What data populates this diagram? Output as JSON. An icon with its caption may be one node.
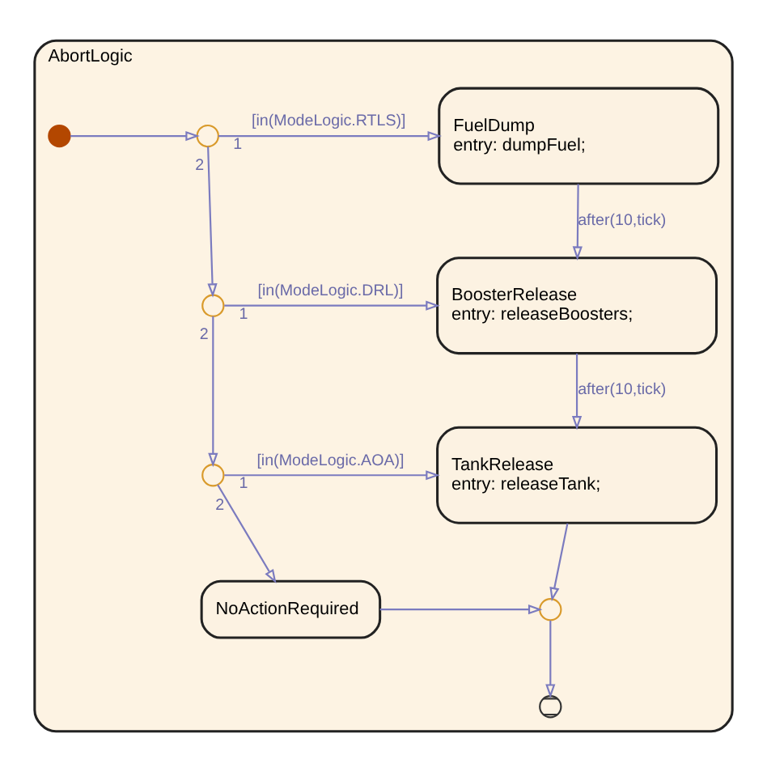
{
  "diagram": {
    "nodes": [
      {
        "text": [
          "AbortLogic"
        ]
      },
      {
        "text": [],
        "shape": "dot",
        "in": 0
      },
      {
        "text": [],
        "shape": "circle",
        "in": 0,
        "beside": [
          "1",
          "2"
        ]
      },
      {
        "text": [
          "FuelDump",
          "entry: dumpFuel;"
        ],
        "in": 0
      },
      {
        "text": [],
        "shape": "circle",
        "in": 0,
        "beside": [
          "1",
          "2"
        ]
      },
      {
        "text": [
          "BoosterRelease",
          "entry: releaseBoosters;"
        ],
        "in": 0
      },
      {
        "text": [],
        "shape": "circle",
        "in": 0,
        "beside": [
          "1",
          "2"
        ]
      },
      {
        "text": [
          "TankRelease",
          "entry: releaseTank;"
        ],
        "in": 0
      },
      {
        "text": [
          "NoActionRequired"
        ],
        "in": 0
      },
      {
        "text": [],
        "shape": "circle",
        "in": 0
      },
      {
        "text": [],
        "shape": "terminator",
        "in": 0
      }
    ],
    "edges": [
      {
        "from": 1,
        "to": 2,
        "arrow": "to"
      },
      {
        "from": 2,
        "to": 3,
        "arrow": "to",
        "label": "[in(ModeLogic.RTLS)]"
      },
      {
        "from": 2,
        "to": 4,
        "arrow": "to"
      },
      {
        "from": 3,
        "to": 5,
        "arrow": "to",
        "label": "after(10,tick)"
      },
      {
        "from": 4,
        "to": 5,
        "arrow": "to",
        "label": "[in(ModeLogic.DRL)]"
      },
      {
        "from": 4,
        "to": 6,
        "arrow": "to"
      },
      {
        "from": 5,
        "to": 7,
        "arrow": "to",
        "label": "after(10,tick)"
      },
      {
        "from": 6,
        "to": 7,
        "arrow": "to",
        "label": "[in(ModeLogic.AOA)]"
      },
      {
        "from": 6,
        "to": 8,
        "arrow": "to"
      },
      {
        "from": 7,
        "to": 9,
        "arrow": "to"
      },
      {
        "from": 8,
        "to": 9,
        "arrow": "to"
      },
      {
        "from": 9,
        "to": 10,
        "arrow": "to"
      }
    ]
  }
}
